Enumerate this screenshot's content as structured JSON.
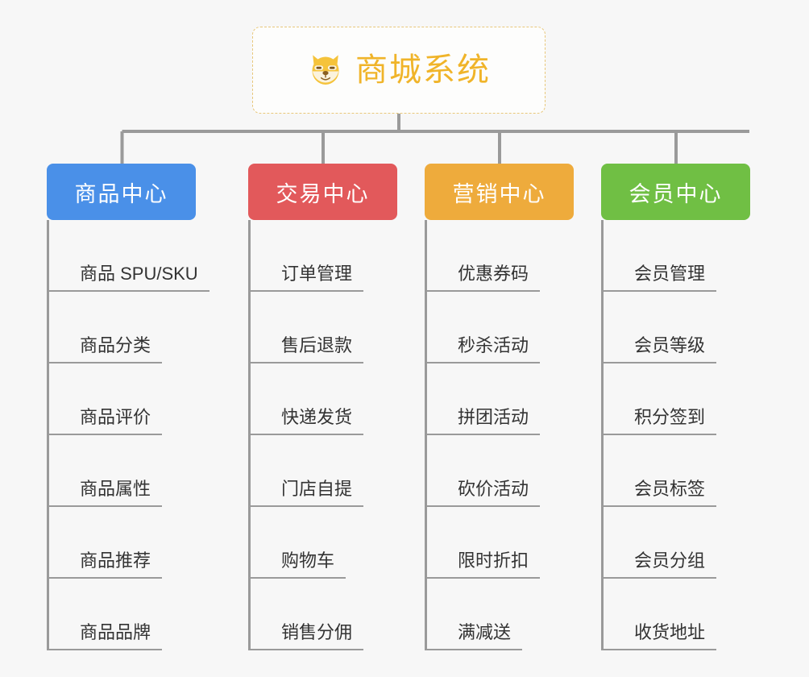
{
  "diagram": {
    "type": "mindmap",
    "background_color": "#f7f7f7",
    "root": {
      "icon": "shiba-dog-face-emoji",
      "title": "商城系统",
      "title_color": "#f0b429",
      "border_color": "#e8c77a"
    },
    "branches": [
      {
        "label": "商品中心",
        "color": "#4a90e8",
        "items": [
          "商品 SPU/SKU",
          "商品分类",
          "商品评价",
          "商品属性",
          "商品推荐",
          "商品品牌"
        ]
      },
      {
        "label": "交易中心",
        "color": "#e2595b",
        "items": [
          "订单管理",
          "售后退款",
          "快递发货",
          "门店自提",
          "购物车",
          "销售分佣"
        ]
      },
      {
        "label": "营销中心",
        "color": "#eeab3c",
        "items": [
          "优惠券码",
          "秒杀活动",
          "拼团活动",
          "砍价活动",
          "限时折扣",
          "满减送"
        ]
      },
      {
        "label": "会员中心",
        "color": "#70bf44",
        "items": [
          "会员管理",
          "会员等级",
          "积分签到",
          "会员标签",
          "会员分组",
          "收货地址"
        ]
      }
    ],
    "connector_color": "#9a9a9a"
  }
}
